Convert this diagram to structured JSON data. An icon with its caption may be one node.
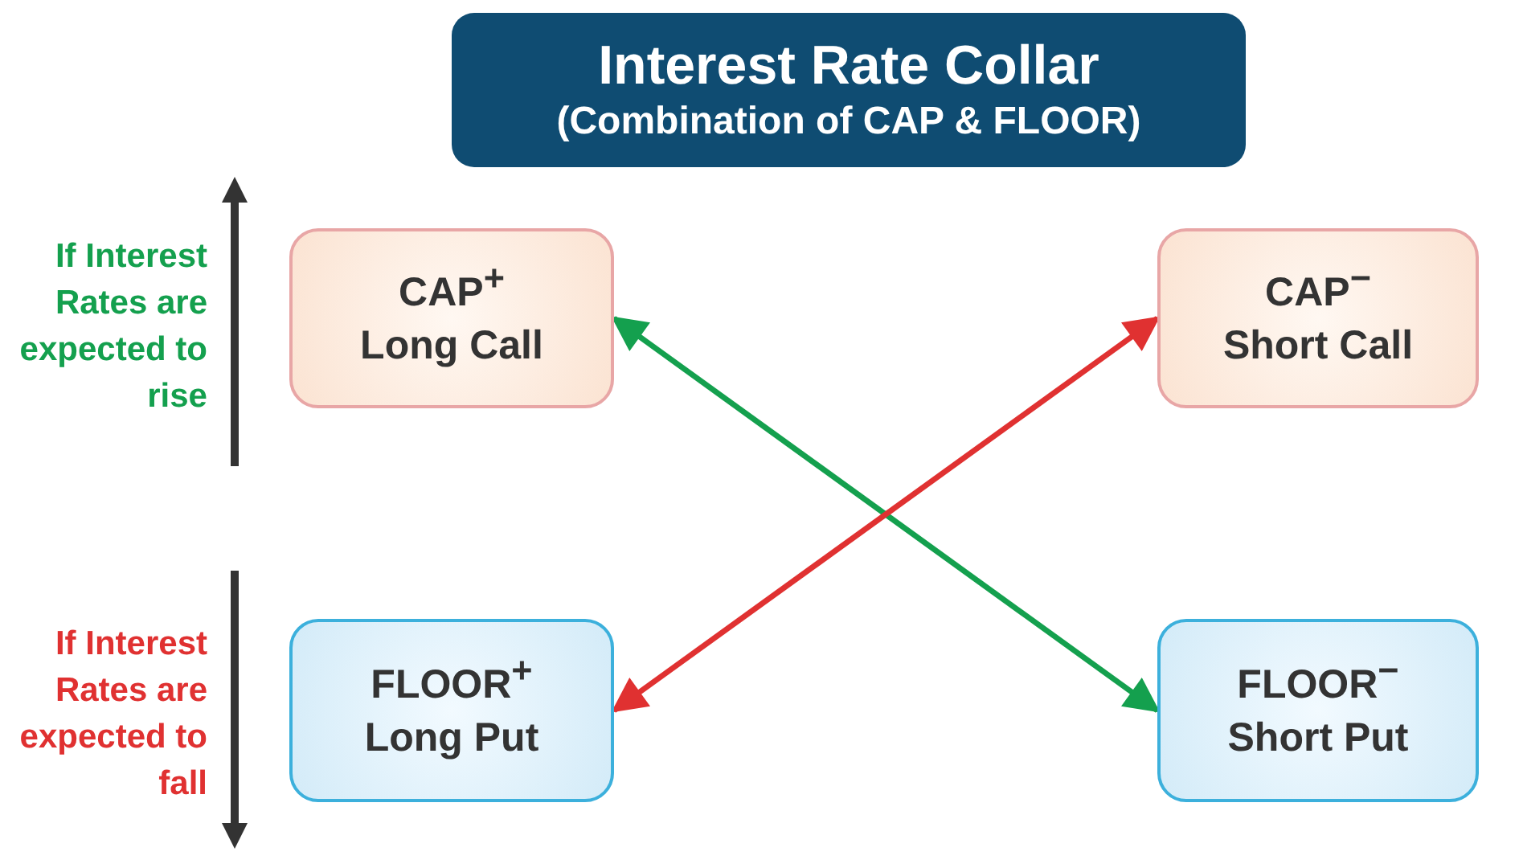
{
  "diagram": {
    "nodes": [
      {
        "text": [
          "Interest Rate Collar",
          "(Combination of CAP & FLOOR)"
        ]
      },
      {
        "text": [
          "CAP$^{+}$",
          "Long Call"
        ]
      },
      {
        "text": [
          "CAP$^{−}$",
          "Short Call"
        ]
      },
      {
        "text": [
          "FLOOR$^{+}$",
          "Long Put"
        ]
      },
      {
        "text": [
          "FLOOR$^{−}$",
          "Short Put"
        ]
      }
    ],
    "edges": [
      {
        "from": 1,
        "to": 4,
        "arrow": "both",
        "color": "#14a04e"
      },
      {
        "from": 2,
        "to": 3,
        "arrow": "both",
        "color": "#e03131"
      }
    ],
    "labels": [
      "If Interest Rates are expected to rise",
      "If Interest Rates are expected to fall"
    ]
  }
}
